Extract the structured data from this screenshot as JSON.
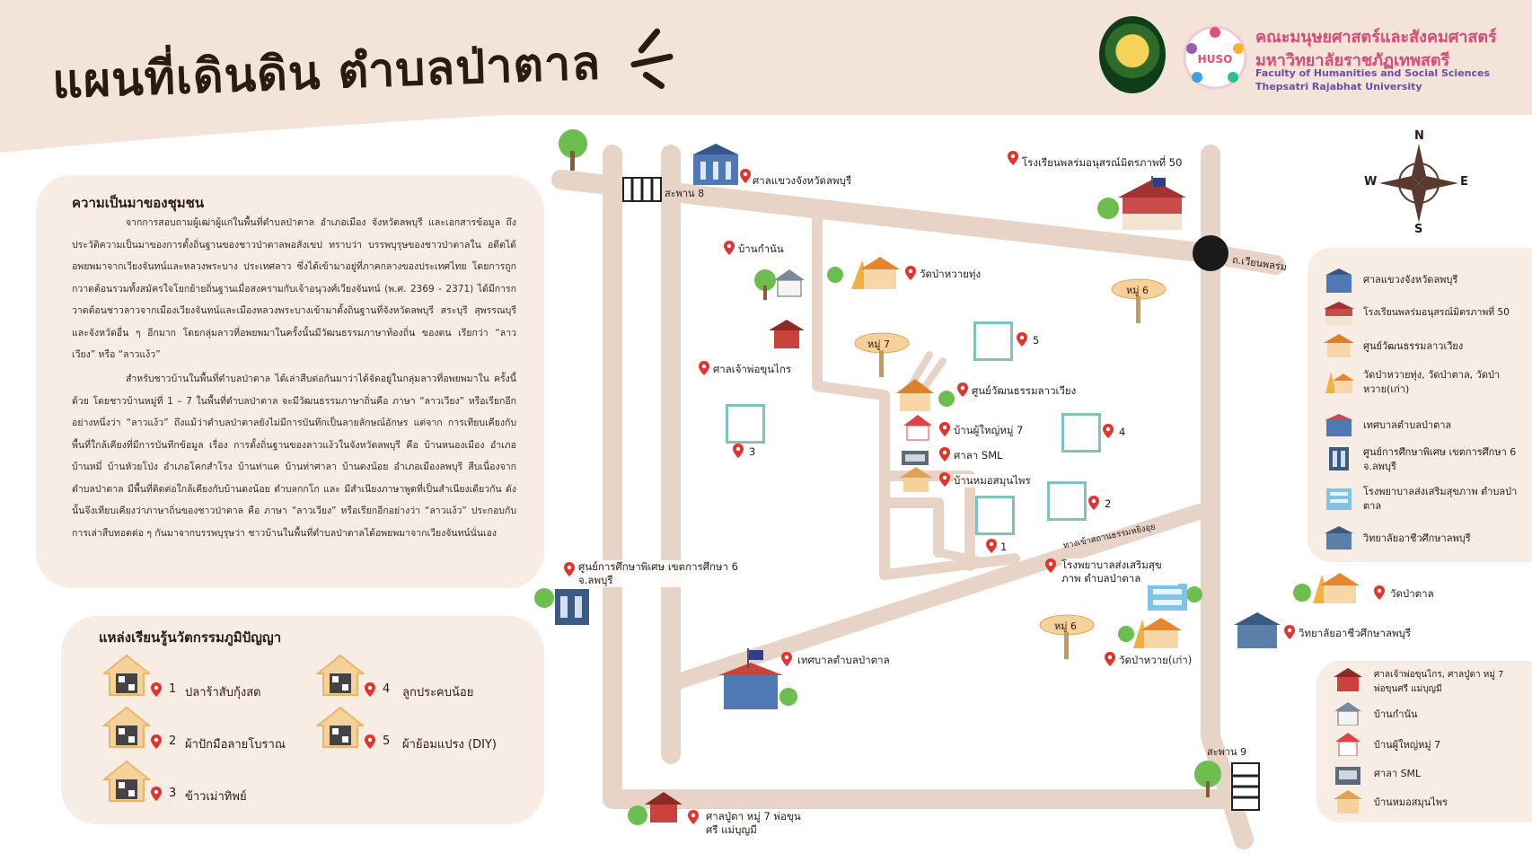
{
  "header": {
    "title": "แผนที่เดินดิน ตำบลป่าตาล",
    "faculty_th_1": "คณะมนุษยศาสตร์และสังคมศาสตร์",
    "faculty_th_2": "มหาวิทยาลัยราชภัฏเทพสตรี",
    "faculty_en_1": "Faculty of Humanities and Social Sciences",
    "faculty_en_2": "Thepsatri Rajabhat University",
    "logo_text": "HUSO",
    "band_color": "#f3e3d8",
    "title_color": "#2b1a14",
    "faculty_color": "#d84a78"
  },
  "history": {
    "title": "ความเป็นมาของชุมชน",
    "p1": "จากการสอบถามผู้เฒ่าผู้แก่ในพื้นที่ตำบลป่าตาล อำเภอเมือง จังหวัดลพบุรี และเอกสารข้อมูล ถึงประวัติความเป็นมาของการตั้งถิ่นฐานของชาวป่าตาลพอสังเขป ทราบว่า บรรพบุรุษของชาวป่าตาลใน อดีตได้อพยพมาจากเวียงจันทน์และหลวงพระบาง ประเทศลาว ซึ่งได้เข้ามาอยู่ที่ภาคกลางของประเทศไทย โดยการถูกกวาดต้อนรวมทั้งสมัครใจโยกย้ายถิ่นฐานเมื่อสงครามกับเจ้าอนุวงศ์เวียงจันทน์ (พ.ศ. 2369 - 2371) ได้มีการกวาดต้อนชาวลาวจากเมืองเวียงจันทน์และเมืองหลวงพระบางเข้ามาตั้งถิ่นฐานที่จังหวัดลพบุรี สระบุรี สุพรรณบุรี และจังหวัดอื่น ๆ อีกมาก โดยกลุ่มลาวที่อพยพมาในครั้งนั้นมีวัฒนธรรมภาษาท้องถิ่น ของตน เรียกว่า “ลาวเวียง” หรือ “ลาวแง้ว”",
    "p2": "สำหรับชาวบ้านในพื้นที่ตำบลป่าตาล ได้เล่าสืบต่อกันมาว่าได้จัดอยู่ในกลุ่มลาวที่อพยพมาใน ครั้งนี้ด้วย โดยชาวบ้านหมู่ที่ 1 – 7 ในพื้นที่ตำบลป่าตาล จะมีวัฒนธรรมภาษาถิ่นคือ ภาษา “ลาวเวียง” หรือเรียกอีกอย่างหนึ่งว่า “ลาวแง้ว” ถึงแม้ว่าตำบลป่าตาลยังไม่มีการบันทึกเป็นลายลักษณ์อักษร แต่จาก การเทียบเคียงกับพื้นที่ใกล้เคียงที่มีการบันทึกข้อมูล เรื่อง การตั้งถิ่นฐานของลาวแง้วในจังหวัดลพบุรี คือ บ้านหนองเมือง อำเภอบ้านหมี่ บ้านหัวยโป่ง อำเภอโคกสำโรง บ้านท่าแค บ้านท่าศาลา บ้านดงน้อย อำเภอเมืองลพบุรี สืบเนื่องจากตำบลป่าตาล มีพื้นที่ติดต่อใกล้เคียงกับบ้านดงน้อย ตำบลกกโก และ มีสำเนียงภาษาพูดที่เป็นสำเนียงเดียวกัน ดังนั้นจึงเทียบเคียงว่าภาษาถิ่นของชาวป่าตาล คือ ภาษา “ลาวเวียง” หรือเรียกอีกอย่างว่า “ลาวแง้ว” ประกอบกับการเล่าสืบทอดต่อ ๆ กันมาจากบรรพบุรุษว่า ชาวบ้านในพื้นที่ตำบลป่าตาลได้อพยพมาจากเวียงจันทน์นั่นเอง"
  },
  "learning": {
    "title": "แหล่งเรียนรู้นวัตกรรมภูมิปัญญา",
    "items": [
      {
        "num": "1",
        "label": "ปลาร้าสับกุ้งสด"
      },
      {
        "num": "2",
        "label": "ผ้าปักมือลายโบราณ"
      },
      {
        "num": "3",
        "label": "ข้าวเม่าทิพย์"
      },
      {
        "num": "4",
        "label": "ลูกประคบน้อย"
      },
      {
        "num": "5",
        "label": "ผ้าย้อมแปรง (DIY)"
      }
    ]
  },
  "legend": {
    "items": [
      "ศาลแขวงจังหวัดลพบุรี",
      "โรงเรียนพลร่มอนุสรณ์มิตรภาพที่ 50",
      "ศูนย์วัฒนธรรมลาวเวียง",
      "วัดป่าหวายทุ่ง, วัดป่าตาล, วัดป่าหวาย(เก่า)",
      "เทศบาลตำบลป่าตาล",
      "ศูนย์การศึกษาพิเศษ เขตการศึกษา 6 จ.ลพบุรี",
      "โรงพยาบาลส่งเสริมสุขภาพ ตำบลป่าตาล",
      "วิทยาลัยอาชีวศึกษาลพบุรี"
    ],
    "items2": [
      "ศาลเจ้าพ่อขุนไกร, ศาลปู่ตา หมู่ 7 พ่อขุนศรี แม่บุญมี",
      "บ้านกำนัน",
      "บ้านผู้ใหญ่หมู่ 7",
      "ศาลา SML",
      "บ้านหมอสมุนไพร"
    ]
  },
  "map": {
    "road_color": "#e8d3c7",
    "pin_color": "#e3332f",
    "bridge_8": "สะพาน 8",
    "bridge_9": "สะพาน 9",
    "road_name": "ถ.เวียนพลร่ม",
    "side_road": "ทางเข้าสถานธรรมหยิงอุย",
    "moo_7": "หมู่ 7",
    "moo_6a": "หมู่ 6",
    "moo_6b": "หมู่ 6",
    "compass": {
      "n": "N",
      "s": "S",
      "e": "E",
      "w": "W"
    },
    "labels": {
      "court": "ศาลแขวงจังหวัดลพบุรี",
      "school": "โรงเรียนพลร่มอนุสรณ์มิตรภาพที่ 50",
      "kamnan": "บ้านกำนัน",
      "wat_pawai_thung": "วัดป่าหวายทุ่ง",
      "shrine_khunkrai": "ศาลเจ้าพ่อขุนไกร",
      "lao_center": "ศูนย์วัฒนธรรมลาวเวียง",
      "headman": "บ้านผู้ใหญ่หมู่ 7",
      "sala_sml": "ศาลา SML",
      "herbal": "บ้านหมอสมุนไพร",
      "special_ed": "ศูนย์การศึกษาพิเศษ เขตการศึกษา 6 จ.ลพบุรี",
      "hospital": "โรงพยาบาลส่งเสริมสุขภาพ ตำบลป่าตาล",
      "wat_patan": "วัดป่าตาล",
      "vocational": "วิทยาลัยอาชีวศึกษาลพบุรี",
      "municipality": "เทศบาลตำบลป่าตาล",
      "wat_pawai_old": "วัดป่าหวาย(เก่า)",
      "shrine_puta": "ศาลปู่ตา หมู่ 7 พ่อขุนศรี แม่บุญมี"
    },
    "qr_numbers": [
      "1",
      "2",
      "3",
      "4",
      "5"
    ]
  }
}
